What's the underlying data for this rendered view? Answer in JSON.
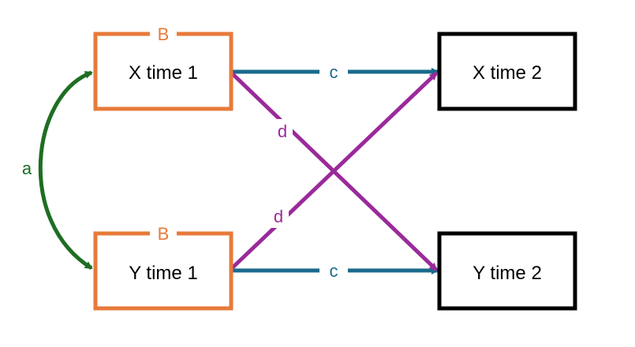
{
  "colors": {
    "predictor_box": "#E87A3A",
    "outcome_box": "#000000",
    "covariance": "#1E6E23",
    "autoregressive": "#1A6A8C",
    "cross_lagged": "#9A2A9A",
    "background": "#FFFFFF"
  },
  "nodes": {
    "x1": {
      "label": "X time 1",
      "tag": "B"
    },
    "y1": {
      "label": "Y time 1",
      "tag": "B"
    },
    "x2": {
      "label": "X time 2"
    },
    "y2": {
      "label": "Y time 2"
    }
  },
  "edges": {
    "covariance": {
      "label": "a"
    },
    "stability_x": {
      "label": "c"
    },
    "stability_y": {
      "label": "c"
    },
    "cross_x_to_y": {
      "label": "d"
    },
    "cross_y_to_x": {
      "label": "d"
    }
  }
}
